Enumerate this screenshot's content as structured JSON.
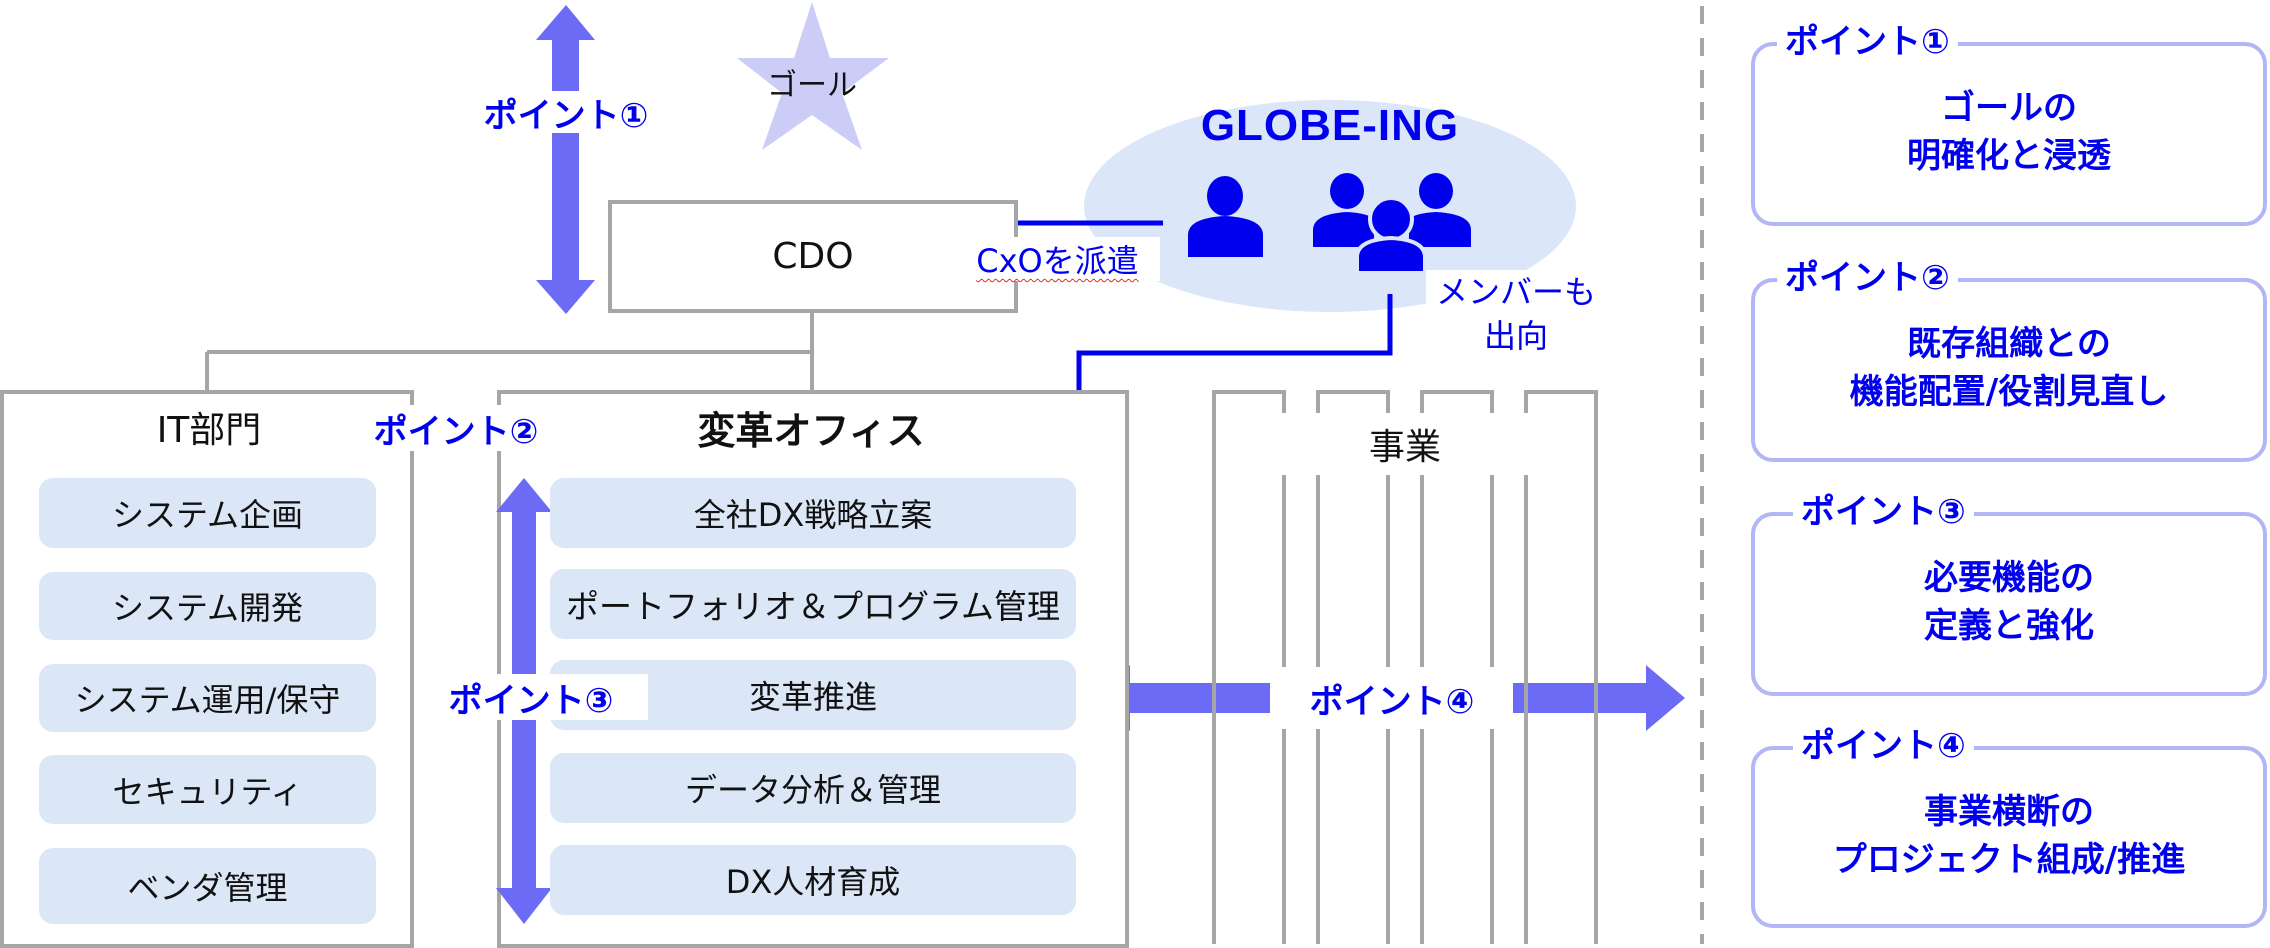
{
  "colors": {
    "point_blue": "#0000ee",
    "arrow_fill": "#6b6bf5",
    "pill_fill": "#dbe6f6",
    "box_border": "#a6a6a6",
    "panel_border": "#b3b6f5",
    "star_fill": "#cccdf7",
    "globe_ellipse": "#dbe6f8"
  },
  "goal": {
    "label": "ゴール"
  },
  "cdo": {
    "label": "CDO"
  },
  "globeing": {
    "logo": "GLOBE-ING",
    "dispatch_label": "CxOを派遣",
    "member_label_line1": "メンバーも",
    "member_label_line2": "出向"
  },
  "it_dept": {
    "title": "IT部門",
    "items": [
      "システム企画",
      "システム開発",
      "システム運用/保守",
      "セキュリティ",
      "ベンダ管理"
    ]
  },
  "transform_office": {
    "title": "変革オフィス",
    "items": [
      "全社DX戦略立案",
      "ポートフォリオ＆プログラム管理",
      "変革推進",
      "データ分析＆管理",
      "DX人材育成"
    ]
  },
  "business": {
    "title": "事業",
    "unit_count": 4
  },
  "points_on_diagram": {
    "p1": "ポイント①",
    "p2": "ポイント②",
    "p3": "ポイント③",
    "p4": "ポイント④"
  },
  "side_panels": [
    {
      "title": "ポイント①",
      "line1": "ゴールの",
      "line2": "明確化と浸透"
    },
    {
      "title": "ポイント②",
      "line1": "既存組織との",
      "line2": "機能配置/役割見直し"
    },
    {
      "title": "ポイント③",
      "line1": "必要機能の",
      "line2": "定義と強化"
    },
    {
      "title": "ポイント④",
      "line1": "事業横断の",
      "line2": "プロジェクト組成/推進"
    }
  ]
}
